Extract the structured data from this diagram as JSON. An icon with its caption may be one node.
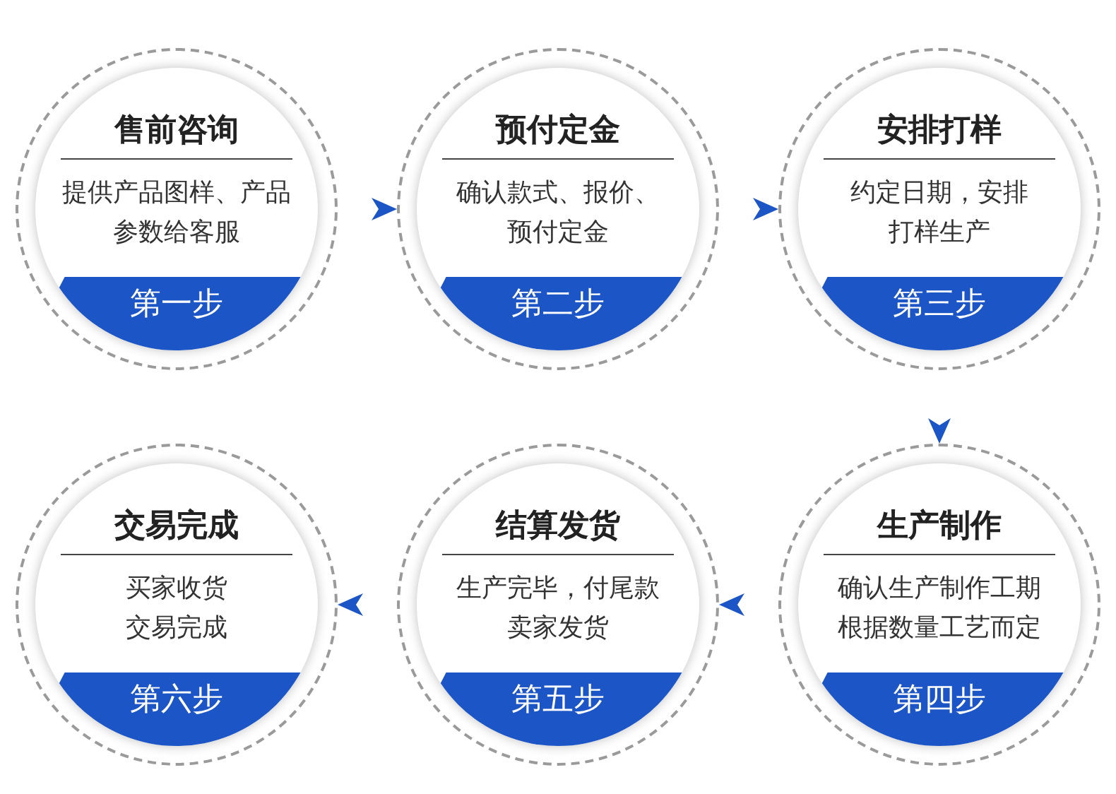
{
  "diagram": {
    "nodes": [
      {
        "text": [
          "售前咨询",
          "提供产品图样、产品参数给客服"
        ]
      },
      {
        "text": [
          "第一步"
        ],
        "in": 0
      },
      {
        "text": [
          "预付定金",
          "确认款式、报价、预付定金"
        ]
      },
      {
        "text": [
          "第二步"
        ],
        "in": 2
      },
      {
        "text": [
          "安排打样",
          "约定日期，安排打样生产"
        ]
      },
      {
        "text": [
          "第三步"
        ],
        "in": 4
      },
      {
        "text": [
          "交易完成",
          "买家收货交易完成"
        ]
      },
      {
        "text": [
          "第六步"
        ],
        "in": 6
      },
      {
        "text": [
          "结算发货",
          "生产完毕，付尾款卖家发货"
        ]
      },
      {
        "text": [
          "第五步"
        ],
        "in": 8
      },
      {
        "text": [
          "生产制作",
          "确认生产制作工期根据数量工艺而定"
        ]
      },
      {
        "text": [
          "第四步"
        ],
        "in": 10
      }
    ],
    "edges": [
      {
        "from": 0,
        "to": 2,
        "arrow": "to"
      },
      {
        "from": 2,
        "to": 4,
        "arrow": "to"
      },
      {
        "from": 4,
        "to": 10,
        "arrow": "to"
      },
      {
        "from": 10,
        "to": 8,
        "arrow": "to"
      },
      {
        "from": 8,
        "to": 6,
        "arrow": "to"
      }
    ]
  }
}
